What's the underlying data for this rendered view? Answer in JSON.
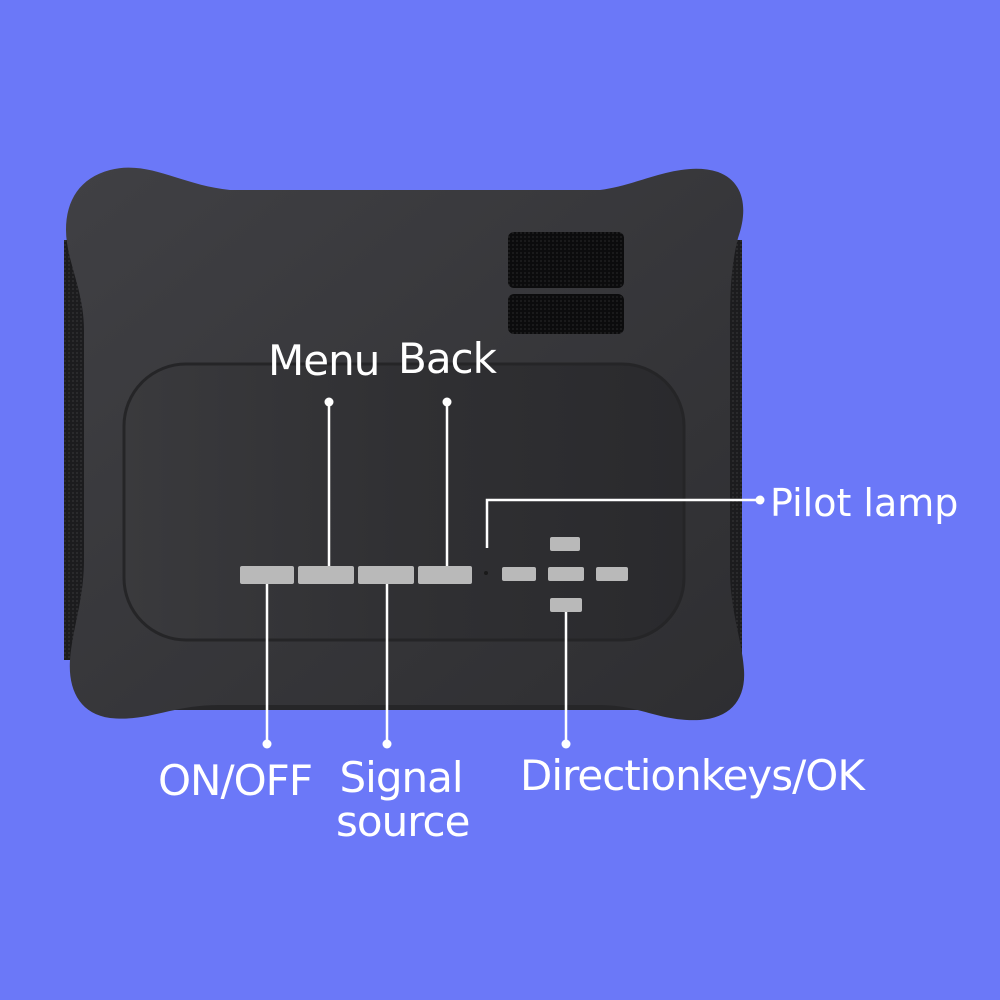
{
  "labels": {
    "menu": "Menu",
    "back": "Back",
    "pilot_lamp": "Pilot lamp",
    "on_off": "ON/OFF",
    "signal_line1": "Signal",
    "signal_line2": "source",
    "direction_keys": "Directionkeys/OK"
  },
  "colors": {
    "background": "#6b78f8",
    "body": "#3a3a3d",
    "body_edge": "#2a2a2c",
    "panel": "#333336",
    "button": "#b8b8b8",
    "label": "#ffffff",
    "leader_line": "#ffffff"
  }
}
